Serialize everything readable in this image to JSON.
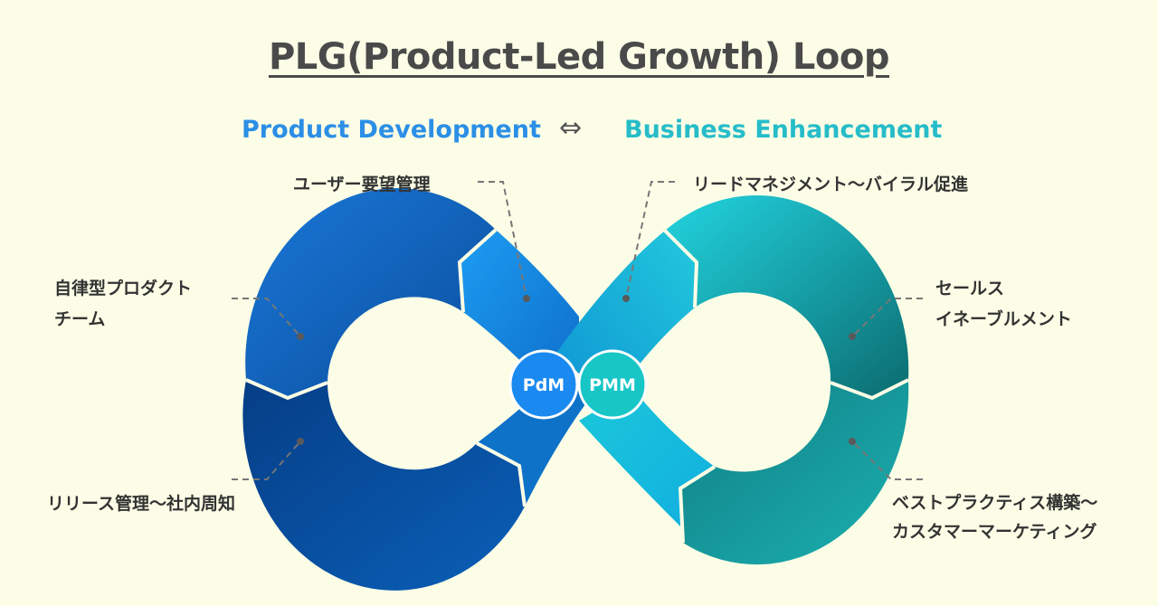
{
  "title": "PLG(Product-Led Growth) Loop",
  "subtitle": {
    "left": "Product Development",
    "arrow": "⇔",
    "right": "Business Enhancement"
  },
  "center": {
    "left_badge": "PdM",
    "right_badge": "PMM"
  },
  "labels": {
    "top_left": "ユーザー要望管理",
    "top_right": "リードマネジメント〜バイラル促進",
    "mid_left_line1": "自律型プロダクト",
    "mid_left_line2": "チーム",
    "mid_right_line1": "セールス",
    "mid_right_line2": "イネーブルメント",
    "bottom_left": "リリース管理〜社内周知",
    "bottom_right_line1": "ベストプラクティス構築〜",
    "bottom_right_line2": "カスタマーマーケティング"
  },
  "colors": {
    "background": "#fcfde6",
    "blue_dark": "#0a4f9e",
    "blue_mid": "#1a74d2",
    "blue_light": "#1a9bf2",
    "teal_light": "#1fd0dc",
    "teal_mid": "#1aa8ac",
    "teal_dark": "#0b6a6a",
    "pdm": "#1a8af0",
    "pmm": "#18c6c6"
  }
}
